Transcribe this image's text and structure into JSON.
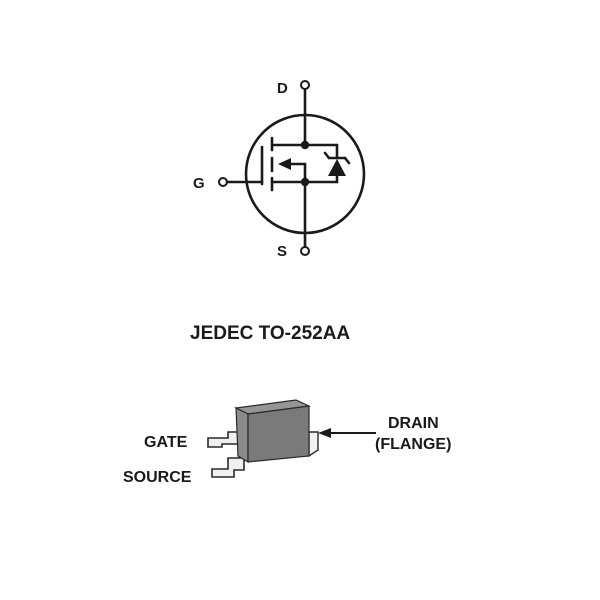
{
  "symbol": {
    "drain_label": "D",
    "gate_label": "G",
    "source_label": "S"
  },
  "package": {
    "title": "JEDEC TO-252AA",
    "gate_label": "GATE",
    "source_label": "SOURCE",
    "drain_label_line1": "DRAIN",
    "drain_label_line2": "(FLANGE)"
  },
  "colors": {
    "line": "#1a1a1a",
    "package_body": "#7a7a7a",
    "package_top": "#969696",
    "lead": "#f0f0f0"
  }
}
